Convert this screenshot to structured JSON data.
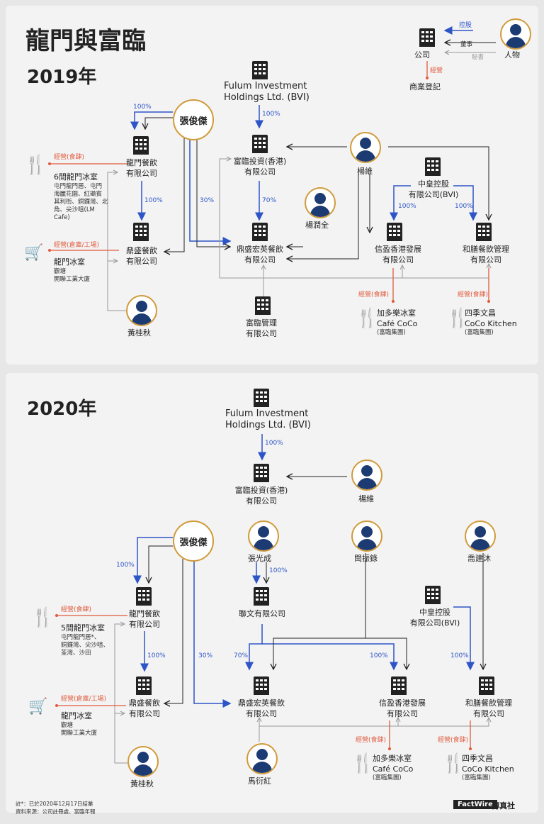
{
  "title": "龍門與富臨",
  "legend": {
    "holding": "控股",
    "director": "董事",
    "secretary": "秘書",
    "company": "公司",
    "person": "人物",
    "operate": "經營",
    "registration": "商業登記"
  },
  "y2019": {
    "year": "2019年",
    "fulum": [
      "Fulum Investment",
      "Holdings Ltd. (BVI)"
    ],
    "fulumhk": [
      "富臨投資(香港)",
      "有限公司"
    ],
    "lungmun": [
      "龍門餐飲",
      "有限公司"
    ],
    "tingshing": [
      "鼎盛餐飲",
      "有限公司"
    ],
    "tingshingwang": [
      "鼎盛宏英餐飲",
      "有限公司"
    ],
    "shunying": [
      "信盈香港發展",
      "有限公司"
    ],
    "wosin": [
      "和膳餐飲管理",
      "有限公司"
    ],
    "chungwong": [
      "中皇控股",
      "有限公司(BVI)"
    ],
    "fulummgmt": [
      "富臨管理",
      "有限公司"
    ],
    "zhang": "張俊傑",
    "yang": "楊維",
    "yangrunquan": "楊潤全",
    "huang": "黃桂秋",
    "op_shop": "經營(食肆)",
    "op_warehouse": "經營(倉庫/工場)",
    "shops6": "6間龍門冰室",
    "shops6_detail": [
      "屯門龍門居、屯門",
      "海麗花園、紅磡賓",
      "其利街、銅鑼灣、北",
      "角、尖沙咀(LM",
      "Cafe)"
    ],
    "lmcafe": "龍門冰室",
    "lmcafe_detail": [
      "觀塘",
      "開聯工業大廈"
    ],
    "coco": [
      "加多樂冰室",
      "Café CoCo",
      "(富臨集團)"
    ],
    "kitchen": [
      "四季文昌",
      "CoCo Kitchen",
      "(富臨集團)"
    ],
    "p100": "100%",
    "p30": "30%",
    "p70": "70%"
  },
  "y2020": {
    "year": "2020年",
    "fulum": [
      "Fulum Investment",
      "Holdings Ltd. (BVI)"
    ],
    "fulumhk": [
      "富臨投資(香港)",
      "有限公司"
    ],
    "yang": "楊維",
    "zhang": "張俊傑",
    "zhangguangcheng": "張光成",
    "yanzhenlu": "閆振錄",
    "qiaojianmu": "喬建沐",
    "lianman": "聯文有限公司",
    "chungwong": [
      "中皇控股",
      "有限公司(BVI)"
    ],
    "lungmun": [
      "龍門餐飲",
      "有限公司"
    ],
    "tingshing": [
      "鼎盛餐飲",
      "有限公司"
    ],
    "tingshingwang": [
      "鼎盛宏英餐飲",
      "有限公司"
    ],
    "shunying": [
      "信盈香港發展",
      "有限公司"
    ],
    "wosin": [
      "和膳餐飲管理",
      "有限公司"
    ],
    "huang": "黃桂秋",
    "ma": "馬衍紅",
    "op_shop": "經營(食肆)",
    "op_warehouse": "經營(倉庫/工場)",
    "shops5": "5間龍門冰室",
    "shops5_detail": [
      "屯門龍門居*、",
      "銅鑼灣、尖沙咀、",
      "荃灣、沙田"
    ],
    "lmcafe": "龍門冰室",
    "lmcafe_detail": [
      "觀塘",
      "開聯工業大廈"
    ],
    "coco": [
      "加多樂冰室",
      "Café CoCo",
      "(富臨集團)"
    ],
    "kitchen": [
      "四季文昌",
      "CoCo Kitchen",
      "(富臨集團)"
    ],
    "p100": "100%",
    "p30": "30%",
    "p70": "70%"
  },
  "footer": {
    "note": "註*：已於2020年12月17日結業",
    "source": "資料來源：公司註冊處、富臨年報",
    "logo_en": "FactWire",
    "logo_zh": "傳真社"
  }
}
